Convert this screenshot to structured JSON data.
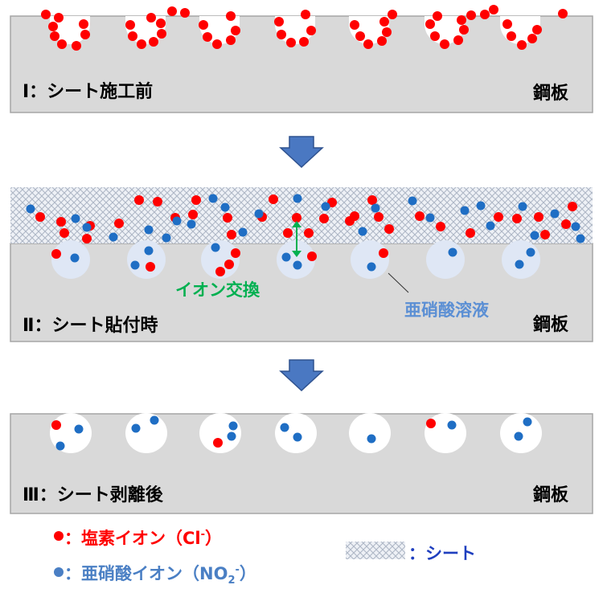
{
  "colors": {
    "steel": "#d9d9d9",
    "steel_edge": "#a6a6a6",
    "chloride": "#ff0000",
    "nitrite": "#1f6ec4",
    "nitrite_legend": "#4a7fc4",
    "solution_halo": "#dfe7f5",
    "arrow_fill": "#4a78c2",
    "arrow_edge": "#2f528f",
    "exchange_arrow": "#00b050",
    "solution_text": "#5b8fd4",
    "sheet_text": "#1f3fbf"
  },
  "panels": [
    {
      "label": "Ⅰ：シート施工前",
      "plate": "鋼板"
    },
    {
      "label": "Ⅱ：シート貼付時",
      "plate": "鋼板"
    },
    {
      "label": "Ⅲ：シート剥離後",
      "plate": "鋼板"
    }
  ],
  "callouts": {
    "ion_exchange": "イオン交換",
    "nitrite_solution": "亜硝酸溶液"
  },
  "legend": {
    "chloride": {
      "prefix": "：塩素イオン（Cl",
      "sup": "-",
      "suffix": "）"
    },
    "nitrite": {
      "prefix": "：亜硝酸イオン（NO",
      "sub": "2",
      "sup": "-",
      "suffix": "）"
    },
    "sheet": "：シート"
  },
  "icons": [
    "down-arrow-icon",
    "double-headed-arrow-icon",
    "sheet-hatch-icon"
  ]
}
